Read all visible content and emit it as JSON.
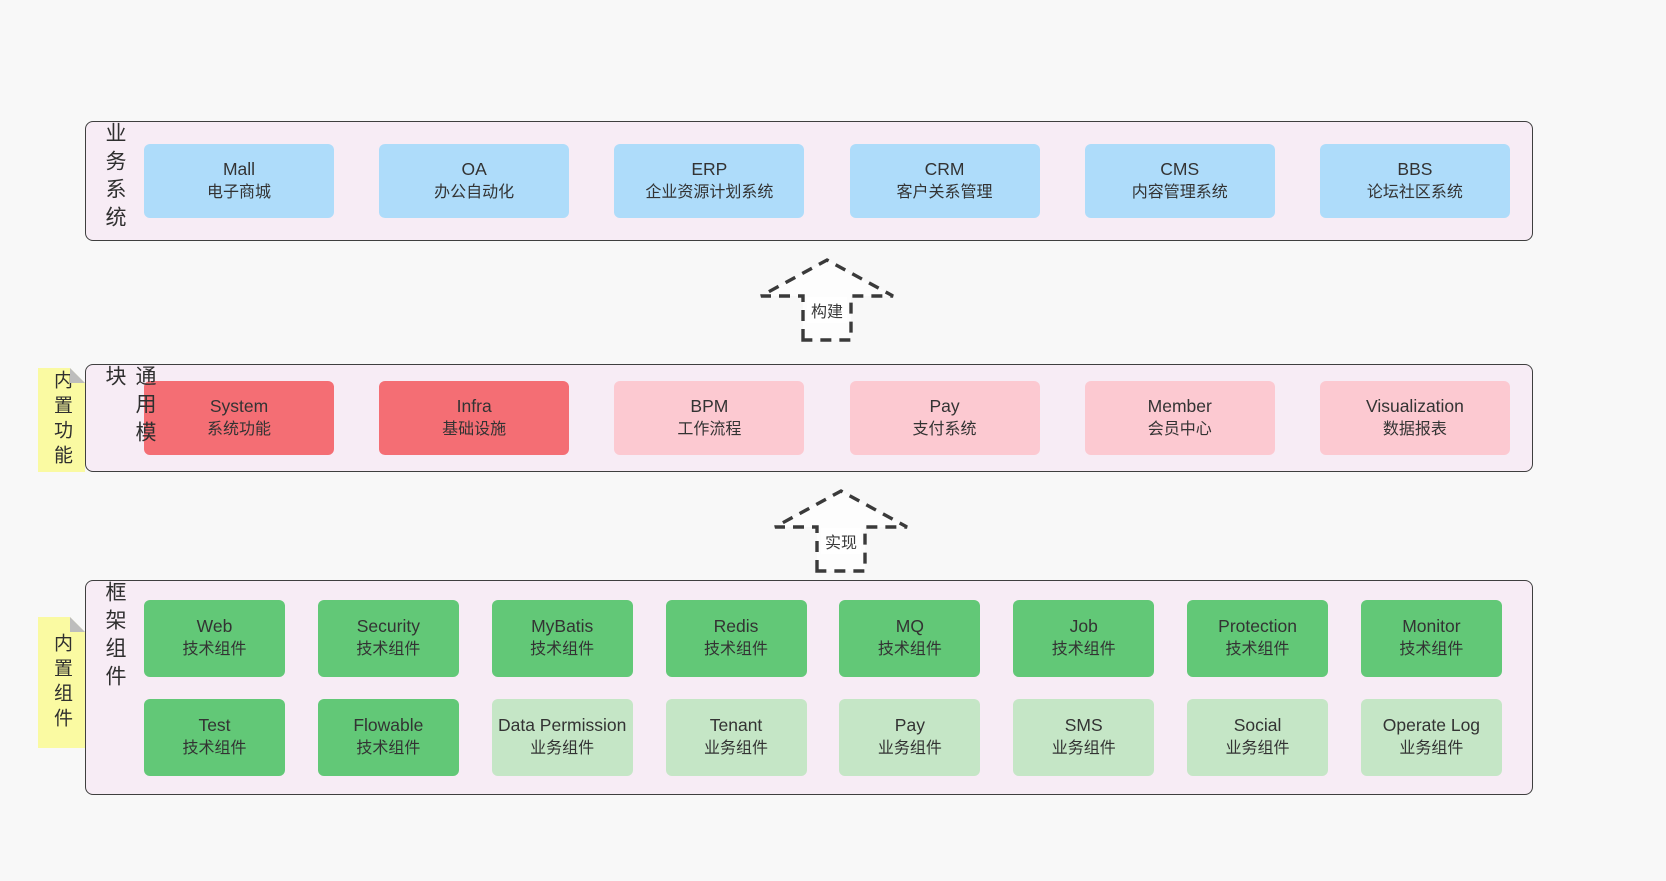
{
  "colors": {
    "page_bg": "#f8f8f8",
    "panel_bg": "#f7ecf5",
    "panel_border": "#3f3f3f",
    "blue": "#aedcfa",
    "red": "#f46e74",
    "pink": "#fcc9d1",
    "green": "#62c877",
    "light_green": "#c5e6c6",
    "tag_yellow": "#fafaa2",
    "text": "#333333"
  },
  "arrows": [
    {
      "label": "构建"
    },
    {
      "label": "实现"
    }
  ],
  "layers": [
    {
      "label": "业务系统",
      "boxes": [
        {
          "name": "Mall",
          "desc": "电子商城"
        },
        {
          "name": "OA",
          "desc": "办公自动化"
        },
        {
          "name": "ERP",
          "desc": "企业资源计划系统"
        },
        {
          "name": "CRM",
          "desc": "客户关系管理"
        },
        {
          "name": "CMS",
          "desc": "内容管理系统"
        },
        {
          "name": "BBS",
          "desc": "论坛社区系统"
        }
      ]
    },
    {
      "label": "通用模块",
      "tag": "内置功能",
      "boxes": [
        {
          "name": "System",
          "desc": "系统功能"
        },
        {
          "name": "Infra",
          "desc": "基础设施"
        },
        {
          "name": "BPM",
          "desc": "工作流程"
        },
        {
          "name": "Pay",
          "desc": "支付系统"
        },
        {
          "name": "Member",
          "desc": "会员中心"
        },
        {
          "name": "Visualization",
          "desc": "数据报表"
        }
      ]
    },
    {
      "label": "框架组件",
      "tag": "内置组件",
      "rows": [
        [
          {
            "name": "Web",
            "desc": "技术组件"
          },
          {
            "name": "Security",
            "desc": "技术组件"
          },
          {
            "name": "MyBatis",
            "desc": "技术组件"
          },
          {
            "name": "Redis",
            "desc": "技术组件"
          },
          {
            "name": "MQ",
            "desc": "技术组件"
          },
          {
            "name": "Job",
            "desc": "技术组件"
          },
          {
            "name": "Protection",
            "desc": "技术组件"
          },
          {
            "name": "Monitor",
            "desc": "技术组件"
          }
        ],
        [
          {
            "name": "Test",
            "desc": "技术组件"
          },
          {
            "name": "Flowable",
            "desc": "技术组件"
          },
          {
            "name": "Data Permission",
            "desc": "业务组件"
          },
          {
            "name": "Tenant",
            "desc": "业务组件"
          },
          {
            "name": "Pay",
            "desc": "业务组件"
          },
          {
            "name": "SMS",
            "desc": "业务组件"
          },
          {
            "name": "Social",
            "desc": "业务组件"
          },
          {
            "name": "Operate Log",
            "desc": "业务组件"
          }
        ]
      ]
    }
  ]
}
